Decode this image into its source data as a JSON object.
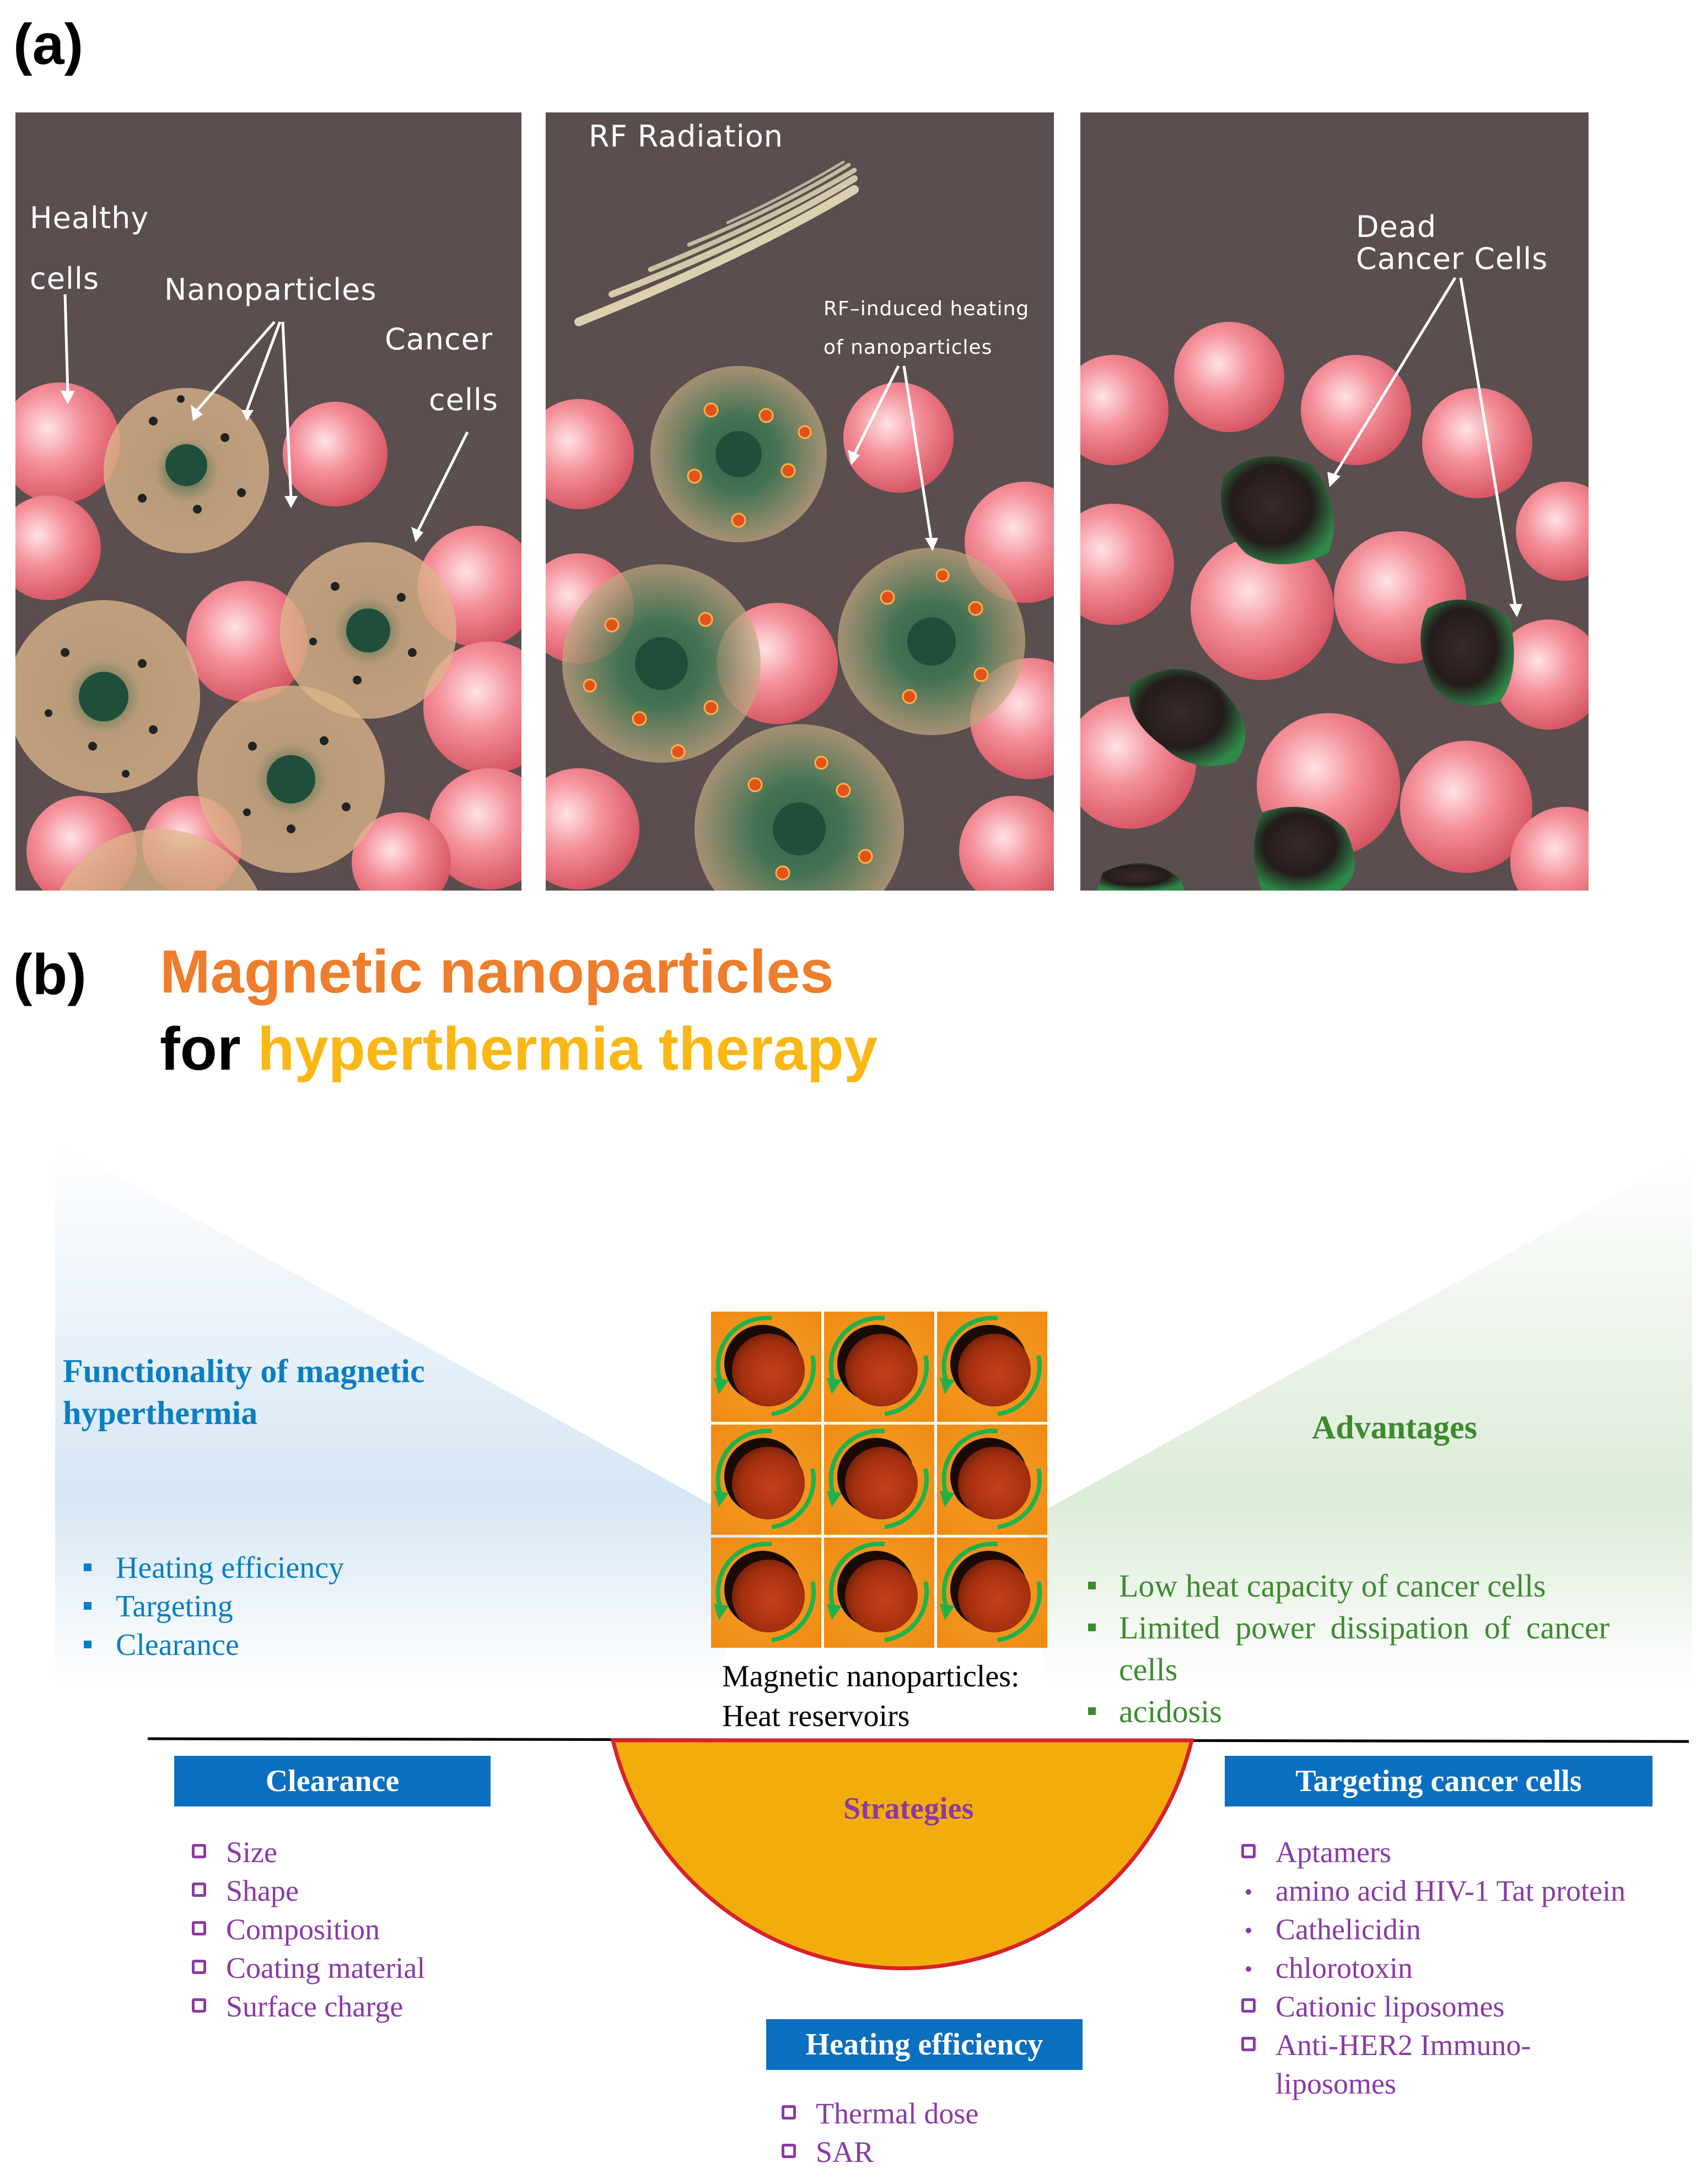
{
  "panel_a": {
    "letter": "(a)",
    "left": {
      "healthy_1": "Healthy",
      "healthy_2": "cells",
      "nanoparticles": "Nanoparticles",
      "cancer_1": "Cancer",
      "cancer_2": "cells"
    },
    "middle": {
      "rf": "RF   Radiation",
      "heating_1": "RF–induced  heating",
      "heating_2": "of  nanoparticles"
    },
    "right": {
      "dead_1": "Dead",
      "dead_2": "Cancer   Cells"
    }
  },
  "panel_b": {
    "letter": "(b)",
    "title_line1": "Magnetic nanoparticles",
    "title_line2_prefix": "for ",
    "title_line2_highlight": "hyperthermia therapy",
    "functionality_heading": "Functionality of magnetic hyperthermia",
    "functionality_items": [
      "Heating efficiency",
      "Targeting",
      "Clearance"
    ],
    "advantages_heading": "Advantages",
    "advantages_items": [
      "Low heat capacity of cancer cells",
      "Limited power dissipation of cancer cells",
      "acidosis"
    ],
    "caption_line1": "Magnetic nanoparticles:",
    "caption_line2": "Heat reservoirs",
    "strategies": "Strategies",
    "clearance_box": "Clearance",
    "clearance_items": [
      "Size",
      "Shape",
      "Composition",
      "Coating material",
      "Surface charge"
    ],
    "targeting_box": "Targeting cancer cells",
    "targeting_items": [
      {
        "text": "Aptamers",
        "marker": "box"
      },
      {
        "text": "amino acid HIV-1 Tat protein",
        "marker": "dot"
      },
      {
        "text": "Cathelicidin",
        "marker": "dot"
      },
      {
        "text": "chlorotoxin",
        "marker": "dot"
      },
      {
        "text": "Cationic liposomes",
        "marker": "box"
      },
      {
        "text": "Anti-HER2 Immuno-liposomes",
        "marker": "box"
      }
    ],
    "heating_box": "Heating efficiency",
    "heating_items": [
      "Thermal dose",
      "SAR"
    ]
  },
  "colors": {
    "panel_bg": "#5a4e4e",
    "title_orange": "#ee7d2c",
    "title_yellow": "#fbb714",
    "blue": "#0a7ec2",
    "green": "#3c8b2f",
    "purple": "#8a3aa6",
    "box_blue": "#0a6fc0",
    "bowl": "#f2ad0c",
    "bowl_edge": "#d8212a"
  }
}
